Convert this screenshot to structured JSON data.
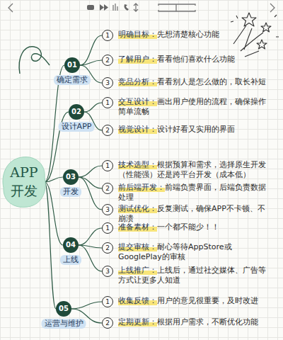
{
  "diagram": {
    "nodes": [
      {
        "text": [
          "APP 开发"
        ]
      },
      {
        "text": [
          "01",
          "确定需求"
        ]
      },
      {
        "text": [
          "1",
          "明确目标：先想清楚核心功能"
        ]
      },
      {
        "text": [
          "2",
          "了解用户：看看他们喜欢什么功能"
        ]
      },
      {
        "text": [
          "3",
          "竞品分析：看看别人是怎么做的，取长补短"
        ]
      },
      {
        "text": [
          "02",
          "设计APP"
        ]
      },
      {
        "text": [
          "1",
          "交互设计：画出用户使用的流程，确保操作简单流畅"
        ]
      },
      {
        "text": [
          "2",
          "视觉设计：设计好看又实用的界面"
        ]
      },
      {
        "text": [
          "03",
          "开发"
        ]
      },
      {
        "text": [
          "1",
          "技术选型：根据预算和需求，选择原生开发（性能强）还是跨平台开发（成本低）"
        ]
      },
      {
        "text": [
          "2",
          "前后端开发：前端负责界面，后端负责数据处理"
        ]
      },
      {
        "text": [
          "3",
          "测试优化：反复测试，确保APP不卡顿、不崩溃"
        ]
      },
      {
        "text": [
          "04",
          "上线"
        ]
      },
      {
        "text": [
          "1",
          "准备素材：一个都不能少！！"
        ]
      },
      {
        "text": [
          "2",
          "提交审核：耐心等待AppStore或GooglePlay的审核"
        ]
      },
      {
        "text": [
          "3",
          "上线推广：上线后，通过社交媒体、广告等方式让更多人知道"
        ]
      },
      {
        "text": [
          "05",
          "运营与维护"
        ]
      },
      {
        "text": [
          "1",
          "收集反馈：用户的意见很重要，及时改进"
        ]
      },
      {
        "text": [
          "2",
          "定期更新：根据用户需求，不断优化功能"
        ]
      }
    ],
    "edges": [
      {
        "from": 0,
        "to": 1,
        "arrow": "none"
      },
      {
        "from": 1,
        "to": 2,
        "arrow": "none"
      },
      {
        "from": 1,
        "to": 3,
        "arrow": "none"
      },
      {
        "from": 1,
        "to": 4,
        "arrow": "none"
      },
      {
        "from": 0,
        "to": 5,
        "arrow": "none"
      },
      {
        "from": 5,
        "to": 6,
        "arrow": "none"
      },
      {
        "from": 5,
        "to": 7,
        "arrow": "none"
      },
      {
        "from": 0,
        "to": 8,
        "arrow": "none"
      },
      {
        "from": 8,
        "to": 9,
        "arrow": "none"
      },
      {
        "from": 8,
        "to": 10,
        "arrow": "none"
      },
      {
        "from": 8,
        "to": 11,
        "arrow": "none"
      },
      {
        "from": 0,
        "to": 12,
        "arrow": "none"
      },
      {
        "from": 12,
        "to": 13,
        "arrow": "none"
      },
      {
        "from": 12,
        "to": 14,
        "arrow": "none"
      },
      {
        "from": 12,
        "to": 15,
        "arrow": "none"
      },
      {
        "from": 0,
        "to": 16,
        "arrow": "none"
      },
      {
        "from": 16,
        "to": 17,
        "arrow": "none"
      },
      {
        "from": 16,
        "to": 18,
        "arrow": "none"
      }
    ]
  }
}
